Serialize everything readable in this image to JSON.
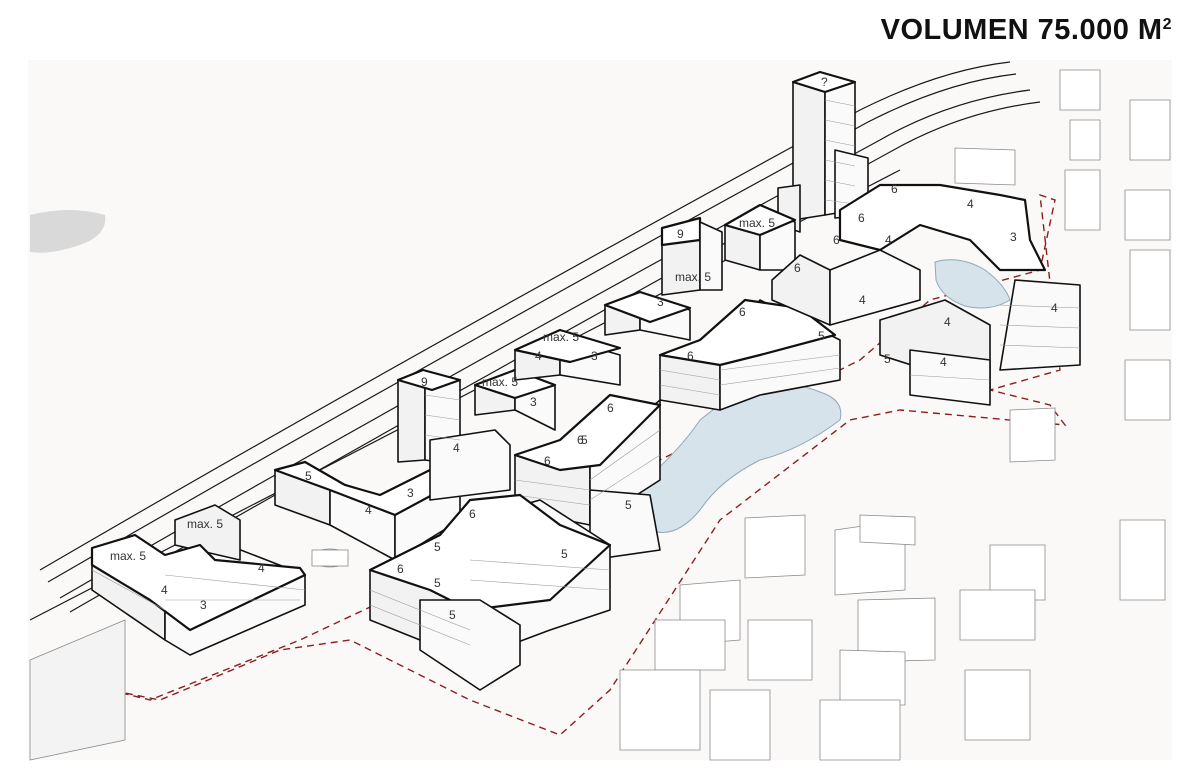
{
  "header": {
    "title": "VOLUMEN 75.000 M",
    "title_sup": "2"
  },
  "labels": {
    "tower": "?",
    "l1": "max. 5",
    "l2": "9",
    "l3": "max. 5",
    "l4": "3",
    "l5": "max. 5",
    "l6": "4",
    "l7": "3",
    "l8": "max. 5",
    "l9": "3",
    "l10": "9",
    "l11": "4",
    "l12": "3",
    "l13": "5",
    "l14": "4",
    "l15": "max. 5",
    "l16": "max. 5",
    "l17": "4",
    "l18": "4",
    "l19": "3",
    "l20": "6",
    "l21": "6",
    "l22": "4",
    "l23": "6",
    "l24": "6",
    "l25": "4",
    "l26": "4",
    "l27": "3",
    "l28": "4",
    "l29": "6",
    "l30": "5",
    "l31": "4",
    "l32": "6",
    "l33": "5",
    "l34": "6",
    "l35": "6",
    "l36": "5",
    "l37": "6",
    "l38": "6",
    "l39": "5",
    "l40": "5",
    "l41": "4"
  }
}
